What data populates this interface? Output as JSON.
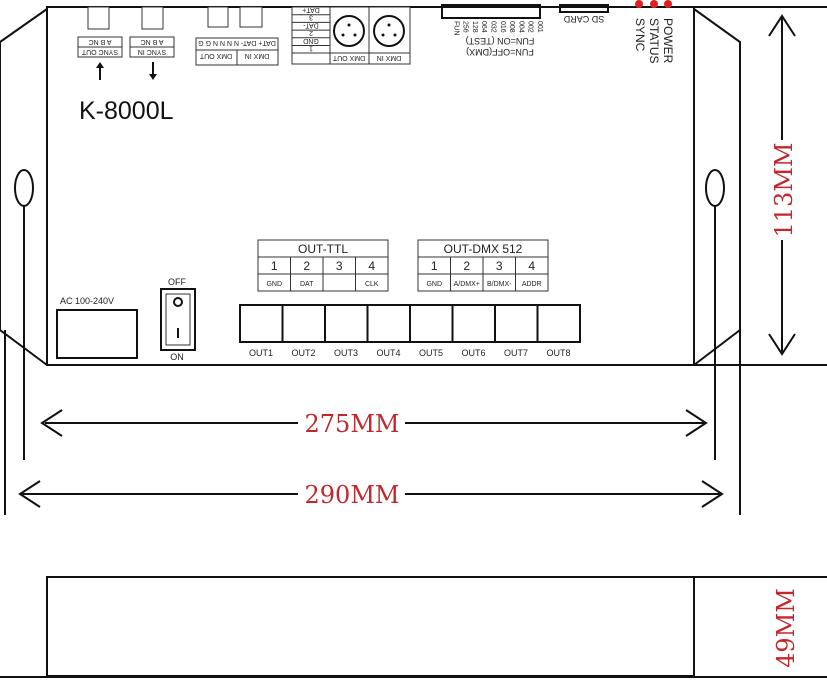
{
  "model": "K-8000L",
  "sync_out": {
    "title": "SYNC OUT",
    "pins": "A  B  NC"
  },
  "sync_in": {
    "title": "SYNC IN",
    "pins": "A  B  NC"
  },
  "dmx_terminal": {
    "pins": "DAT+ DAT- N N N N G G",
    "out": "DMX OUT",
    "in": "DMX IN"
  },
  "terminal_block": [
    "DAT+",
    "3",
    "DAT-",
    "2",
    "GND",
    "1"
  ],
  "xlr": {
    "out": "DMX OUT",
    "in": "DMX IN"
  },
  "dip": {
    "values": [
      "001",
      "002",
      "004",
      "008",
      "016",
      "032",
      "064",
      "128",
      "256",
      "FUN"
    ],
    "fun_on": "FUN=ON (TEST)",
    "fun_off": "FUN=OFF(DMX)"
  },
  "sd_card": "SD CARD",
  "leds": {
    "labels": [
      "POWER",
      "STATUS",
      "SYNC"
    ],
    "color": "#e02020"
  },
  "out_ttl": {
    "title": "OUT-TTL",
    "numbers": [
      "1",
      "2",
      "3",
      "4"
    ],
    "pins": [
      "GND",
      "DAT",
      "",
      "CLK"
    ]
  },
  "out_dmx": {
    "title": "OUT-DMX 512",
    "numbers": [
      "1",
      "2",
      "3",
      "4"
    ],
    "pins": [
      "GND",
      "A/DMX+",
      "B/DMX-",
      "ADDR"
    ]
  },
  "ac_label": "AC 100-240V",
  "switch": {
    "off": "OFF",
    "on": "ON"
  },
  "outputs": [
    "OUT1",
    "OUT2",
    "OUT3",
    "OUT4",
    "OUT5",
    "OUT6",
    "OUT7",
    "OUT8"
  ],
  "dimensions": {
    "inner_width": "275MM",
    "outer_width": "290MM",
    "height": "113MM",
    "depth": "49MM",
    "color": "#c0282d"
  }
}
